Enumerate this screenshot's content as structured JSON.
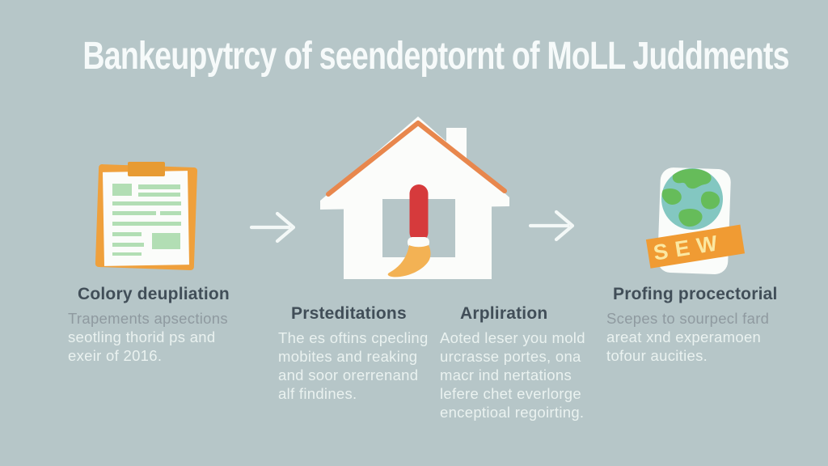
{
  "title": "Bankeupytrcy of seendeptornt of MoLL Juddments",
  "steps": [
    {
      "icon": "clipboard-icon",
      "heading": "Colory deupliation",
      "lines": [
        "Trapements apsections",
        "seotling thorid ps and",
        "exeir of 2016."
      ]
    },
    {
      "icon": "house-paintbrush-icon",
      "heading": "Prsteditations",
      "lines": [
        "The es oftins cpecling",
        "mobites and reaking",
        "and soor orerrenand",
        "alf findines."
      ]
    },
    {
      "icon": "house-paintbrush-icon",
      "heading": "Arpliration",
      "lines": [
        "Aoted leser you mold",
        "urcrasse portes, ona",
        "macr ind nertations",
        "lefere chet everlorge",
        "enceptioal regoirting."
      ]
    },
    {
      "icon": "globe-badge-icon",
      "badge_label": "SEW",
      "heading": "Profing procectorial",
      "lines": [
        "Scepes to sourpecl fard",
        "areat xnd experamoen",
        "tofour aucities."
      ]
    }
  ],
  "icons": [
    "clipboard-icon",
    "arrow-right-icon",
    "house-paintbrush-icon",
    "arrow-right-icon",
    "globe-badge-icon"
  ],
  "colors": {
    "background": "#b6c6c8",
    "title": "#f6fafa",
    "heading": "#414e58",
    "body_light": "#eaf2f0",
    "body_gray": "#8f9aa0",
    "clipboard_orange": "#efa03c",
    "clip_orange": "#e79b33",
    "paper_white": "#fbfcfa",
    "note_green": "#b2deb4",
    "roof_orange": "#e8874d",
    "brush_red": "#d63a3c",
    "bristle_orange": "#f3b254",
    "globe_ocean": "#83c7c1",
    "globe_land": "#66bc5a",
    "banner_orange": "#f09b33",
    "banner_text": "#fbe8a2",
    "arrow_white": "#f3f8f7"
  }
}
